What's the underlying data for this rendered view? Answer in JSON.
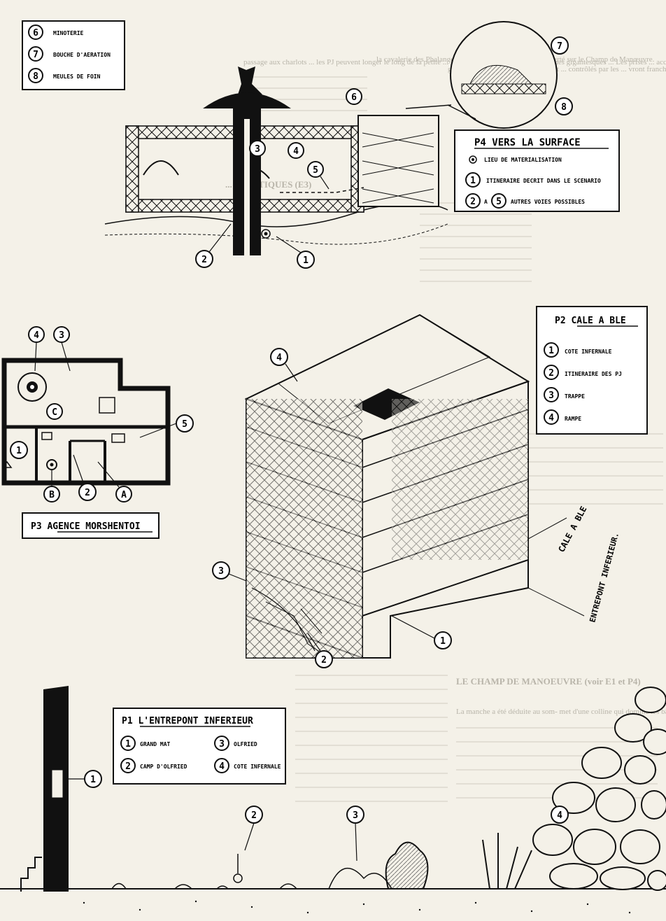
{
  "topleft_legend": {
    "items": [
      {
        "num": "6",
        "label": "MINOTERIE"
      },
      {
        "num": "7",
        "label": "BOUCHE D'AERATION"
      },
      {
        "num": "8",
        "label": "MEULES DE FOIN"
      }
    ]
  },
  "p4": {
    "title": "P4 VERS LA SURFACE",
    "rows": [
      {
        "marker": "target",
        "label": "LIEU DE MATERIALISATION"
      },
      {
        "num": "1",
        "label": "ITINERAIRE DECRIT DANS LE SCENARIO"
      },
      {
        "num": "2",
        "num2": "5",
        "joiner": "A",
        "label": "AUTRES VOIES POSSIBLES"
      }
    ]
  },
  "p2": {
    "title": "P2 CALE A BLE",
    "rows": [
      {
        "num": "1",
        "label": "COTE INFERNALE"
      },
      {
        "num": "2",
        "label": "ITINERAIRE DES PJ"
      },
      {
        "num": "3",
        "label": "TRAPPE"
      },
      {
        "num": "4",
        "label": "RAMPE"
      }
    ]
  },
  "p3": {
    "title": "P3 AGENCE MORSHENTOI"
  },
  "p1": {
    "title": "P1 L'ENTREPONT INFERIEUR",
    "rows": [
      {
        "num": "1",
        "label": "GRAND MAT"
      },
      {
        "num": "2",
        "label": "CAMP D'OLFRIED"
      },
      {
        "num": "3",
        "label": "OLFRIED"
      },
      {
        "num": "4",
        "label": "COTE INFERNALE"
      }
    ]
  },
  "figure_labels": {
    "cale_a_ble": "CALE A BLE",
    "entrepont_inferieur": "ENTREPONT INFERIEUR.",
    "p3_letters": [
      "A",
      "B",
      "C"
    ],
    "p4_numbers": [
      "1",
      "2",
      "3",
      "4",
      "5",
      "6",
      "7",
      "8"
    ],
    "p3_numbers": [
      "1",
      "2",
      "3",
      "4",
      "5"
    ],
    "p2_numbers": [
      "1",
      "2",
      "3",
      "4"
    ],
    "p1_numbers": [
      "1",
      "2",
      "3",
      "4"
    ]
  },
  "background_text": {
    "col1_top": "passage aux charlots ... les PJ peuvent longer le long de la petite ... Faubourg. Elle est faite de plan- ches gigantesques ... Les prises ... accordera ... sur un jet d'escalade.",
    "col1_heading": "... FANATIQUES (E3)",
    "col2_top": "la cavalerie des Phalanges laisse ses chevaux paître en liberté sur le Champ de Manœuvre.",
    "col3_top": "grain posé dans un ... les PJ peuvent ... contrôlés par les ... vront franchir ... car la minoterie ...",
    "col3_heading": "LE CHAMP DE MANOEUVRE (voir E1 et P4)",
    "col3_body": "La manche a été déduite au som- met d'une colline qui domine les bâ- timents des Phalanges. Des baraques ..."
  },
  "colors": {
    "ink": "#111111",
    "paper": "#f4f1e8",
    "faded_text": "#b9b5aa",
    "box_fill": "#ffffff"
  }
}
